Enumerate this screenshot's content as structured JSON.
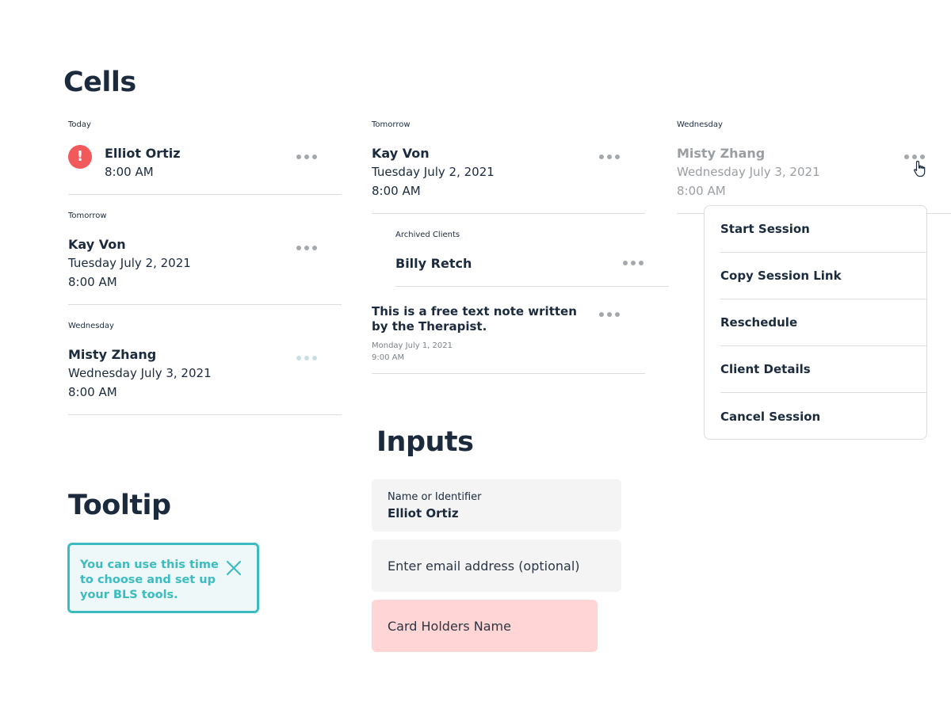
{
  "headings": {
    "cells": "Cells",
    "inputs": "Inputs",
    "tooltip": "Tooltip"
  },
  "col1": {
    "cell1": {
      "day": "Today",
      "name": "Elliot Ortiz",
      "time": "8:00 AM"
    },
    "cell2": {
      "day": "Tomorrow",
      "name": "Kay Von",
      "date": "Tuesday July 2, 2021",
      "time": "8:00 AM"
    },
    "cell3": {
      "day": "Wednesday",
      "name": "Misty Zhang",
      "date": "Wednesday July 3, 2021",
      "time": "8:00 AM"
    }
  },
  "col2": {
    "cell1": {
      "day": "Tomorrow",
      "name": "Kay Von",
      "date": "Tuesday July 2, 2021",
      "time": "8:00 AM"
    },
    "archived": {
      "section": "Archived Clients",
      "name": "Billy Retch"
    },
    "note": {
      "text_line1": "This is a free text note written",
      "text_line2": "by the Therapist.",
      "date": "Monday July 1, 2021",
      "time": "9:00 AM"
    }
  },
  "col3": {
    "cell1": {
      "day": "Wednesday",
      "name": "Misty Zhang",
      "date": "Wednesday July 3, 2021",
      "time": "8:00 AM"
    },
    "menu": [
      "Start Session",
      "Copy Session Link",
      "Reschedule",
      "Client Details",
      "Cancel Session"
    ]
  },
  "inputs": {
    "name_field": {
      "label": "Name or Identifier",
      "value": "Elliot Ortiz"
    },
    "email_field": {
      "placeholder": "Enter email address (optional)"
    },
    "card_field": {
      "placeholder": "Card Holders Name"
    }
  },
  "tooltip": {
    "text": "You can use this time to choose and set up your BLS tools."
  },
  "colors": {
    "text": "#1b2a3d",
    "alert": "#f2595b",
    "teal": "#3cbcc0",
    "input_bg": "#f4f4f4",
    "error_bg": "#ffd6d5"
  }
}
